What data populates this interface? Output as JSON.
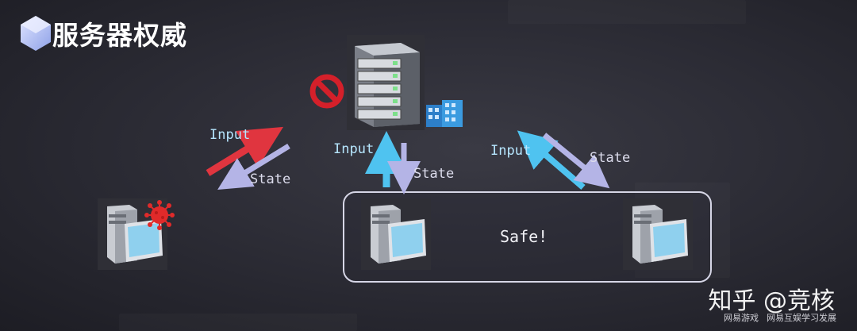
{
  "title": "服务器权威",
  "labels": {
    "input_left": "Input",
    "state_left": "State",
    "input_center": "Input",
    "state_center": "State",
    "input_right": "Input",
    "state_right": "State",
    "safe": "Safe!"
  },
  "watermark": "知乎 @竞核",
  "footer": {
    "left": "网易游戏",
    "right": "网易互娱学习发展"
  },
  "colors": {
    "red_arrow": "#e0353f",
    "blue_arrow": "#4fc3f0",
    "lavender_arrow": "#b4b4e6",
    "no_sign": "#d4202a",
    "virus": "#e02a2a"
  },
  "icons": [
    "logo-icon",
    "server-icon",
    "no-entry-icon",
    "building-icon",
    "computer-icon",
    "virus-icon"
  ]
}
